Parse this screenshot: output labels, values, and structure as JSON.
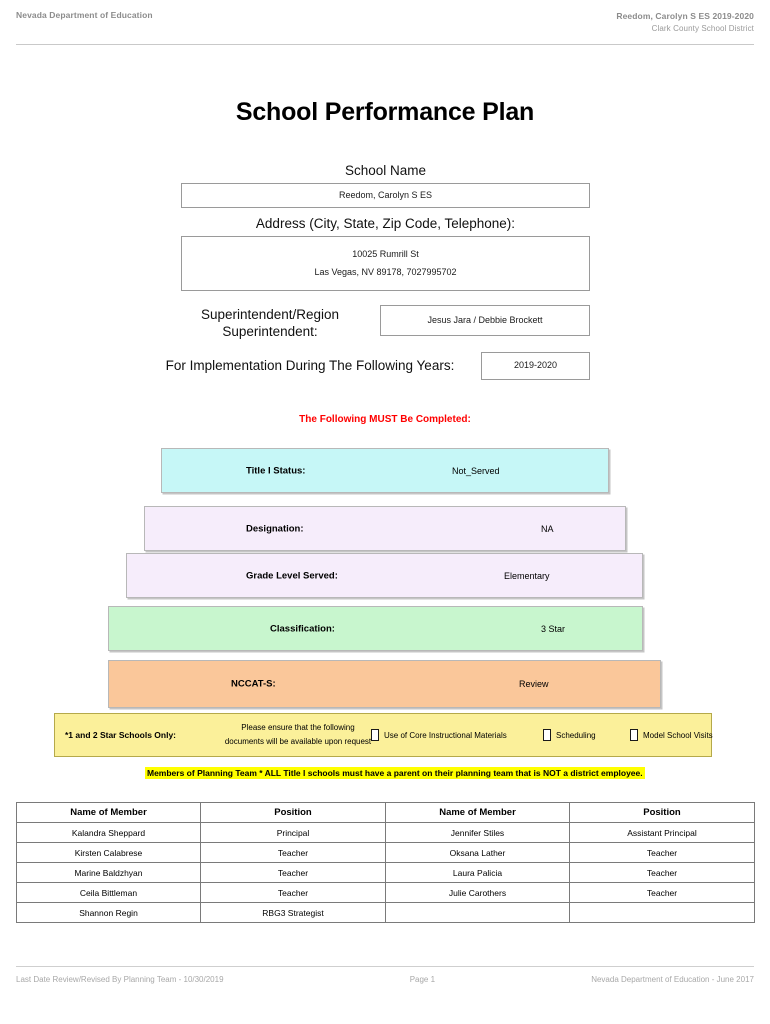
{
  "header": {
    "left": "Nevada Department of Education",
    "right_line1": "Reedom, Carolyn S ES  2019-2020",
    "right_line2": "Clark County School District"
  },
  "title": "School Performance Plan",
  "form": {
    "school_name_label": "School Name",
    "school_name_value": "Reedom, Carolyn S ES",
    "address_label": "Address (City, State, Zip Code, Telephone):",
    "address_line1": "10025 Rumrill St",
    "address_line2": "Las Vegas, NV  89178, 7027995702",
    "superintendent_label_line1": "Superintendent/Region",
    "superintendent_label_line2": "Superintendent:",
    "superintendent_value": "Jesus Jara / Debbie Brockett",
    "years_label": "For Implementation During The Following Years:",
    "years_value": "2019-2020"
  },
  "must_complete_notice": "The Following MUST Be Completed:",
  "status_bars": [
    {
      "name": "title-i-status",
      "label": "Title I Status:",
      "value": "Not_Served",
      "color": "#c6f7f7"
    },
    {
      "name": "designation",
      "label": "Designation:",
      "value": "NA",
      "color": "#f6edfb"
    },
    {
      "name": "grade-level",
      "label": "Grade Level Served:",
      "value": "Elementary",
      "color": "#f6edfb"
    },
    {
      "name": "classification",
      "label": "Classification:",
      "value": "3 Star",
      "color": "#c8f6ce"
    },
    {
      "name": "nccat-s",
      "label": "NCCAT-S:",
      "value": "Review",
      "color": "#fac79a"
    }
  ],
  "star_notice": {
    "title": "*1 and 2 Star Schools Only:",
    "subtitle_line1": "Please ensure that the following",
    "subtitle_line2": "documents will be available upon request",
    "checkboxes": [
      {
        "label": "Use of Core Instructional Materials",
        "checked": false
      },
      {
        "label": "Scheduling",
        "checked": false
      },
      {
        "label": "Model School Visits",
        "checked": false
      }
    ],
    "highlight_color": "#fbf09a"
  },
  "planning_banner": "Members of Planning Team * ALL Title I schools must have a parent on their planning team that is NOT a district employee.",
  "planning_table": {
    "columns": [
      "Name of Member",
      "Position",
      "Name of Member",
      "Position"
    ],
    "rows": [
      [
        "Kalandra Sheppard",
        "Principal",
        "Jennifer Stiles",
        "Assistant Principal"
      ],
      [
        "Kirsten Calabrese",
        "Teacher",
        "Oksana Lather",
        "Teacher"
      ],
      [
        "Marine Baldzhyan",
        "Teacher",
        "Laura Palicia",
        "Teacher"
      ],
      [
        "Ceila Bittleman",
        "Teacher",
        "Julie Carothers",
        "Teacher"
      ],
      [
        "Shannon Regin",
        "RBG3 Strategist",
        "",
        ""
      ]
    ]
  },
  "footer": {
    "left": "Last Date Review/Revised By Planning Team - 10/30/2019",
    "center": "Page 1",
    "right": "Nevada Department of Education - June 2017"
  }
}
